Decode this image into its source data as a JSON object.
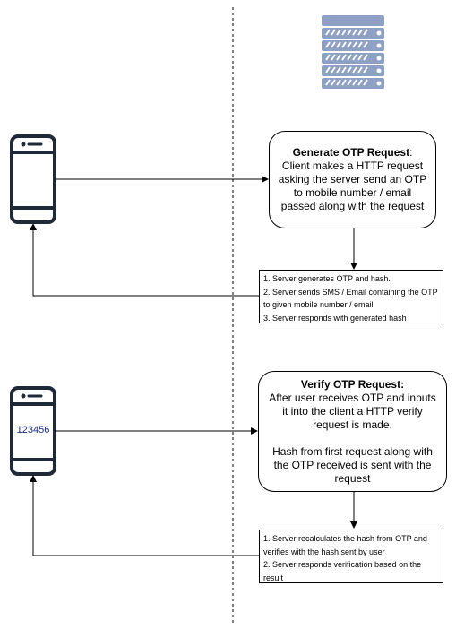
{
  "generate_box": {
    "title": "Generate OTP Request",
    "title_suffix": ":",
    "body": "Client makes a HTTP request asking the server send an OTP to mobile number / email passed along with the request"
  },
  "generate_steps": [
    "1. Server generates OTP and hash.",
    "2. Server sends SMS / Email containing the OTP to given mobile number / email",
    "3. Server responds with generated hash"
  ],
  "verify_box": {
    "title": "Verify OTP Request:",
    "body1": "After user receives OTP and inputs it into the client a HTTP verify request is made.",
    "body2": "Hash from first request along with the OTP received is sent with the request"
  },
  "verify_steps": [
    "1. Server recalculates the hash from OTP and verifies with the hash sent by user",
    "2. Server responds verification based on the result"
  ],
  "phone_otp": "123456",
  "colors": {
    "server": "#8ea0c4",
    "server_stripe": "#ffffff",
    "phone": "#1f2a38",
    "otp_text": "#1a2b8c"
  },
  "icons": [
    "server-rack-icon",
    "smartphone-icon"
  ]
}
